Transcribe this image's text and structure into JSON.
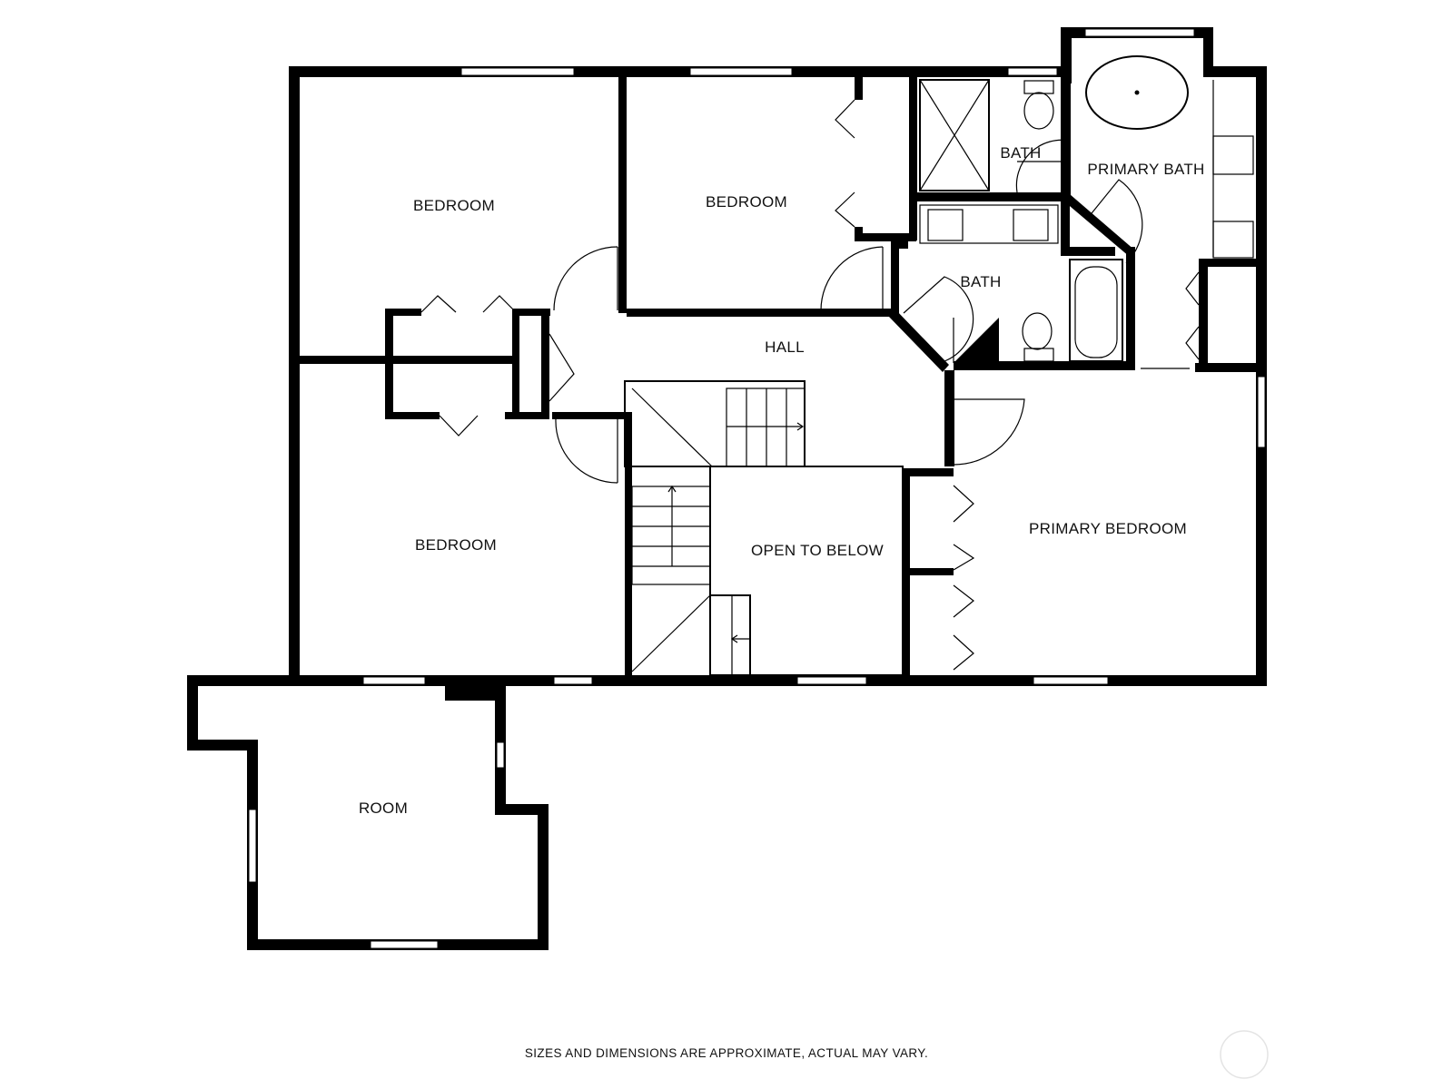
{
  "rooms": {
    "bedroom_nw": "BEDROOM",
    "bedroom_n": "BEDROOM",
    "bath_upper": "BATH",
    "primary_bath": "PRIMARY BATH",
    "bath_mid": "BATH",
    "hall": "HALL",
    "bedroom_w": "BEDROOM",
    "open_to_below": "OPEN TO BELOW",
    "primary_bedroom": "PRIMARY BEDROOM",
    "room": "ROOM"
  },
  "disclaimer": "SIZES AND DIMENSIONS ARE APPROXIMATE, ACTUAL MAY VARY."
}
